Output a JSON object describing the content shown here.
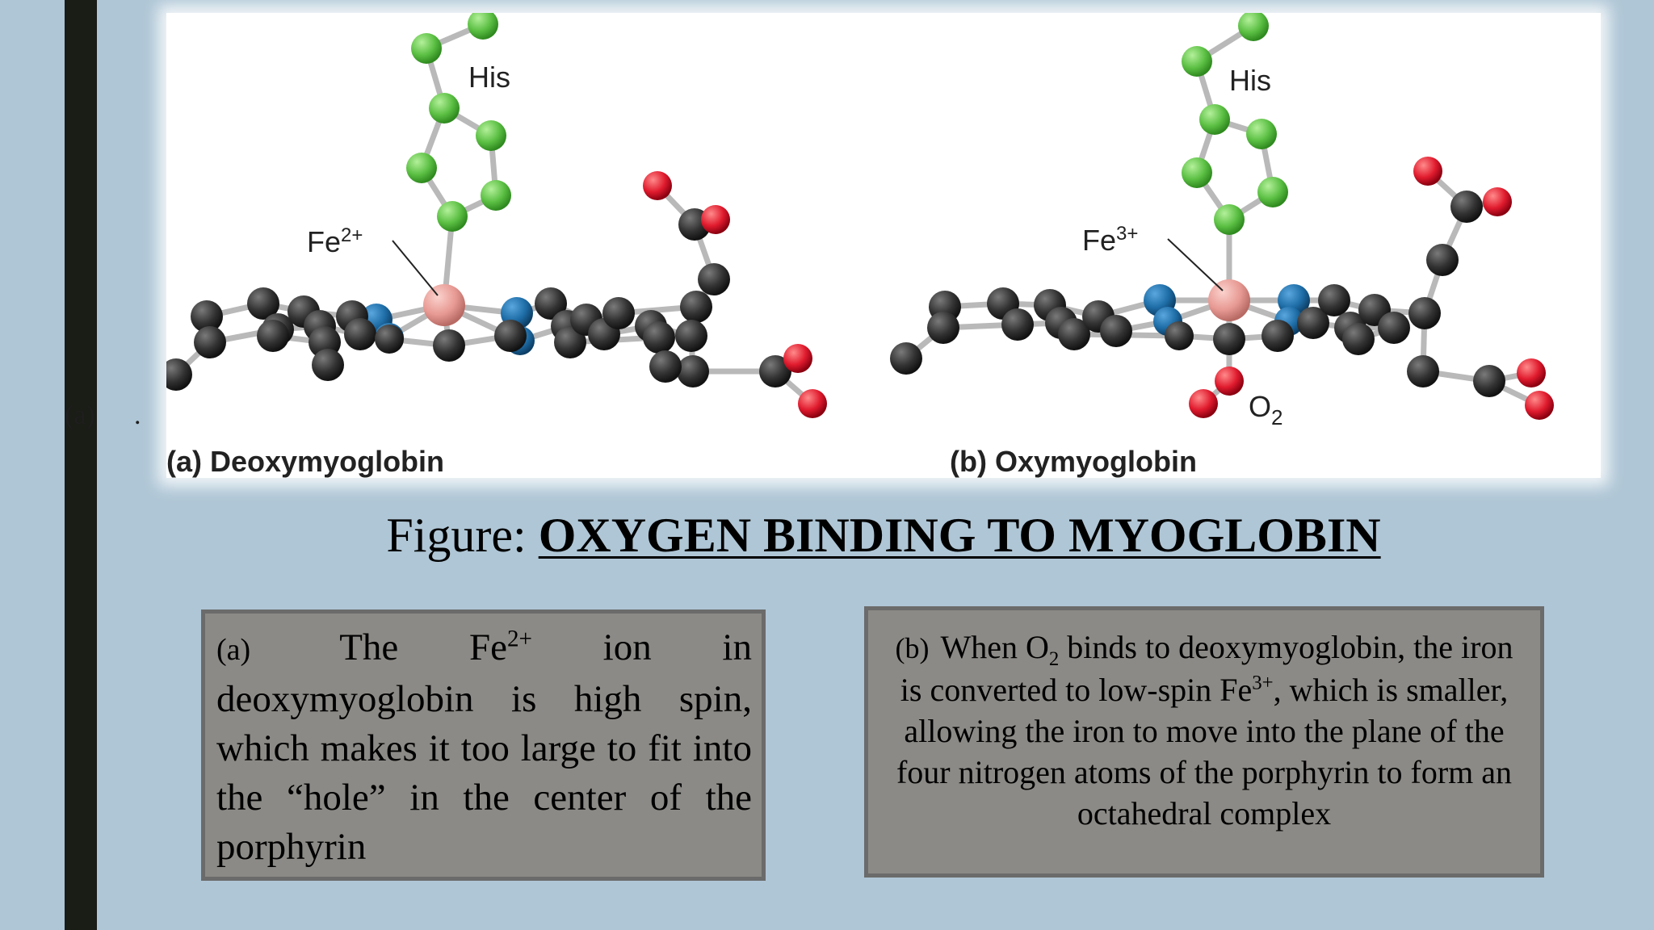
{
  "stray_marks": {
    "label": "(a)",
    "dot": "."
  },
  "figure": {
    "panel_a": {
      "caption": "(a) Deoxymyoglobin",
      "his_label": "His",
      "fe_label": "Fe",
      "fe_charge": "2+"
    },
    "panel_b": {
      "caption": "(b) Oxymyoglobin",
      "his_label": "His",
      "fe_label": "Fe",
      "fe_charge": "3+",
      "o2_label": "O",
      "o2_sub": "2"
    }
  },
  "caption": {
    "prefix": "Figure: ",
    "title": "OXYGEN BINDING TO MYOGLOBIN"
  },
  "box_a": {
    "label": "(a)",
    "t1": "The Fe",
    "sup": "2+",
    "t2": " ion in deoxymyoglobin is high spin, which makes it too large to fit into the “hole” in the center of the porphyrin"
  },
  "box_b": {
    "label": "(b)",
    "t1": "When O",
    "sub": "2",
    "t2": " binds to deoxymyoglobin, the iron is converted to low-spin Fe",
    "sup": "3+",
    "t3": ", which is smaller, allowing the iron to move into the plane of the four nitrogen atoms of the porphyrin to form an octahedral complex"
  },
  "colors": {
    "background": "#afc6d6",
    "carbon": "#333333",
    "nitrogen": "#1f6ea8",
    "iron": "#e89a94",
    "his_atom": "#5cc044",
    "oxygen": "#e01b2e",
    "bond": "#b9b9b9",
    "box_fill": "#8c8a86"
  }
}
